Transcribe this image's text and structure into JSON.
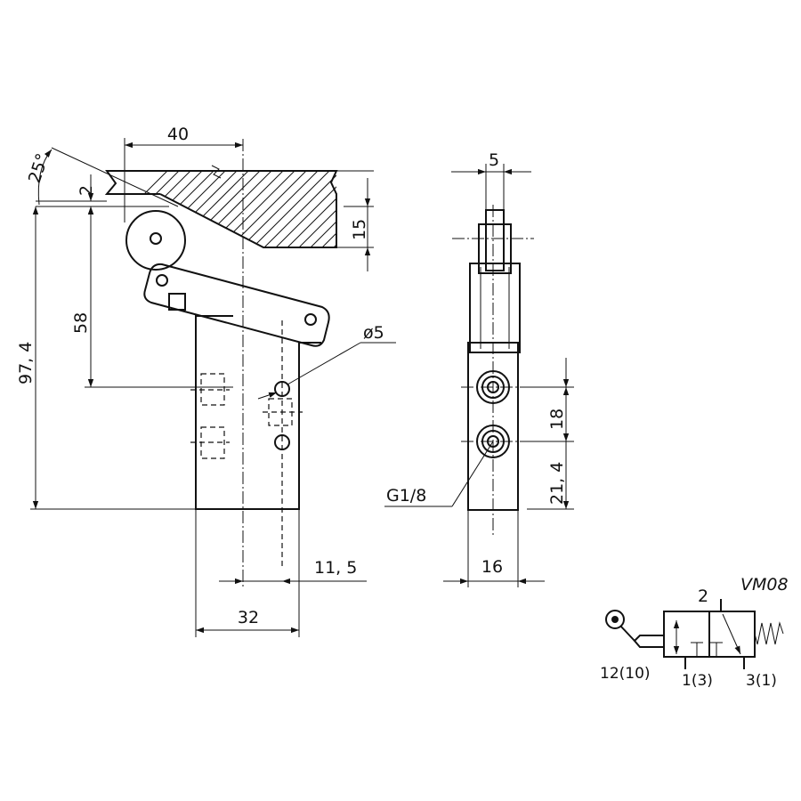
{
  "dimensions": {
    "width_40": "40",
    "angle_25": "25°",
    "gap_2": "2",
    "height_15": "15",
    "height_58": "58",
    "height_97_4": "97, 4",
    "hole_dia_5": "ø5",
    "offset_11_5": "11, 5",
    "width_32": "32",
    "width_5": "5",
    "spacing_18": "18",
    "height_21_4": "21, 4",
    "port_thread": "G1/8",
    "depth_16": "16"
  },
  "symbol": {
    "model": "VM08",
    "port_2": "2",
    "port_12_10": "12(10)",
    "port_1_3": "1(3)",
    "port_3_1": "3(1)"
  }
}
